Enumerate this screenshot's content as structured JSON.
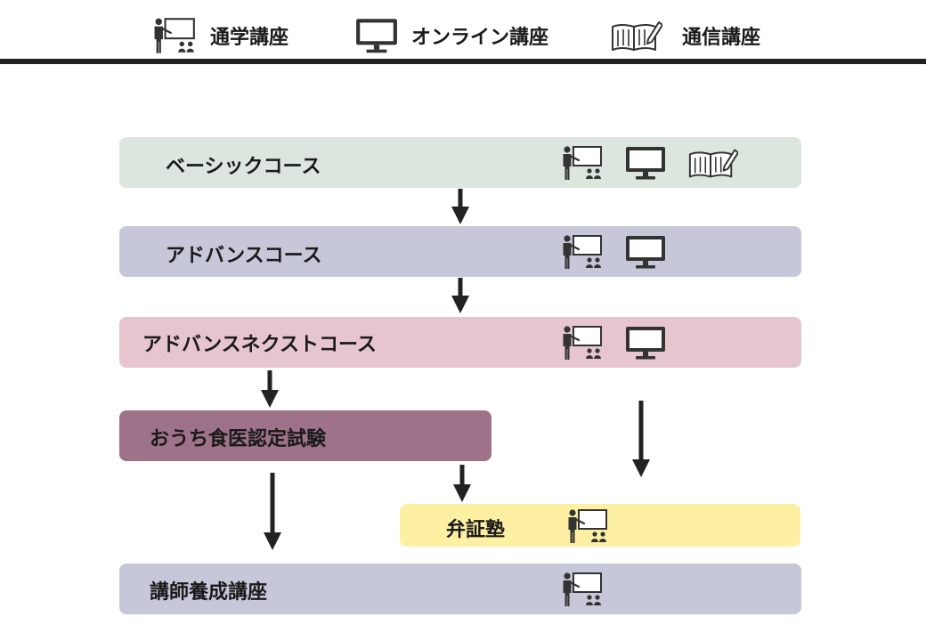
{
  "legend": {
    "classroom": {
      "label": "通学講座",
      "icon": "teacher-board-icon"
    },
    "online": {
      "label": "オンライン講座",
      "icon": "monitor-icon"
    },
    "correspondence": {
      "label": "通信講座",
      "icon": "open-book-pencil-icon"
    }
  },
  "courses": [
    {
      "id": "basic",
      "label": "ベーシックコース",
      "color": "#dce5de",
      "icons": [
        "teacher-board-icon",
        "monitor-icon",
        "open-book-pencil-icon"
      ]
    },
    {
      "id": "advance",
      "label": "アドバンスコース",
      "color": "#c6c8da",
      "icons": [
        "teacher-board-icon",
        "monitor-icon"
      ]
    },
    {
      "id": "advance-next",
      "label": "アドバンスネクストコース",
      "color": "#e6c5cf",
      "icons": [
        "teacher-board-icon",
        "monitor-icon"
      ]
    },
    {
      "id": "ouchi-exam",
      "label": "おうち食医認定試験",
      "color": "#9e7289",
      "icons": []
    },
    {
      "id": "bensho",
      "label": "弁証塾",
      "color": "#fdf0a3",
      "icons": [
        "teacher-board-icon"
      ]
    },
    {
      "id": "instructor",
      "label": "講師養成講座",
      "color": "#c6c8da",
      "icons": [
        "teacher-board-icon"
      ]
    }
  ],
  "colors": {
    "arrow": "#222222",
    "icon": "#333333"
  }
}
